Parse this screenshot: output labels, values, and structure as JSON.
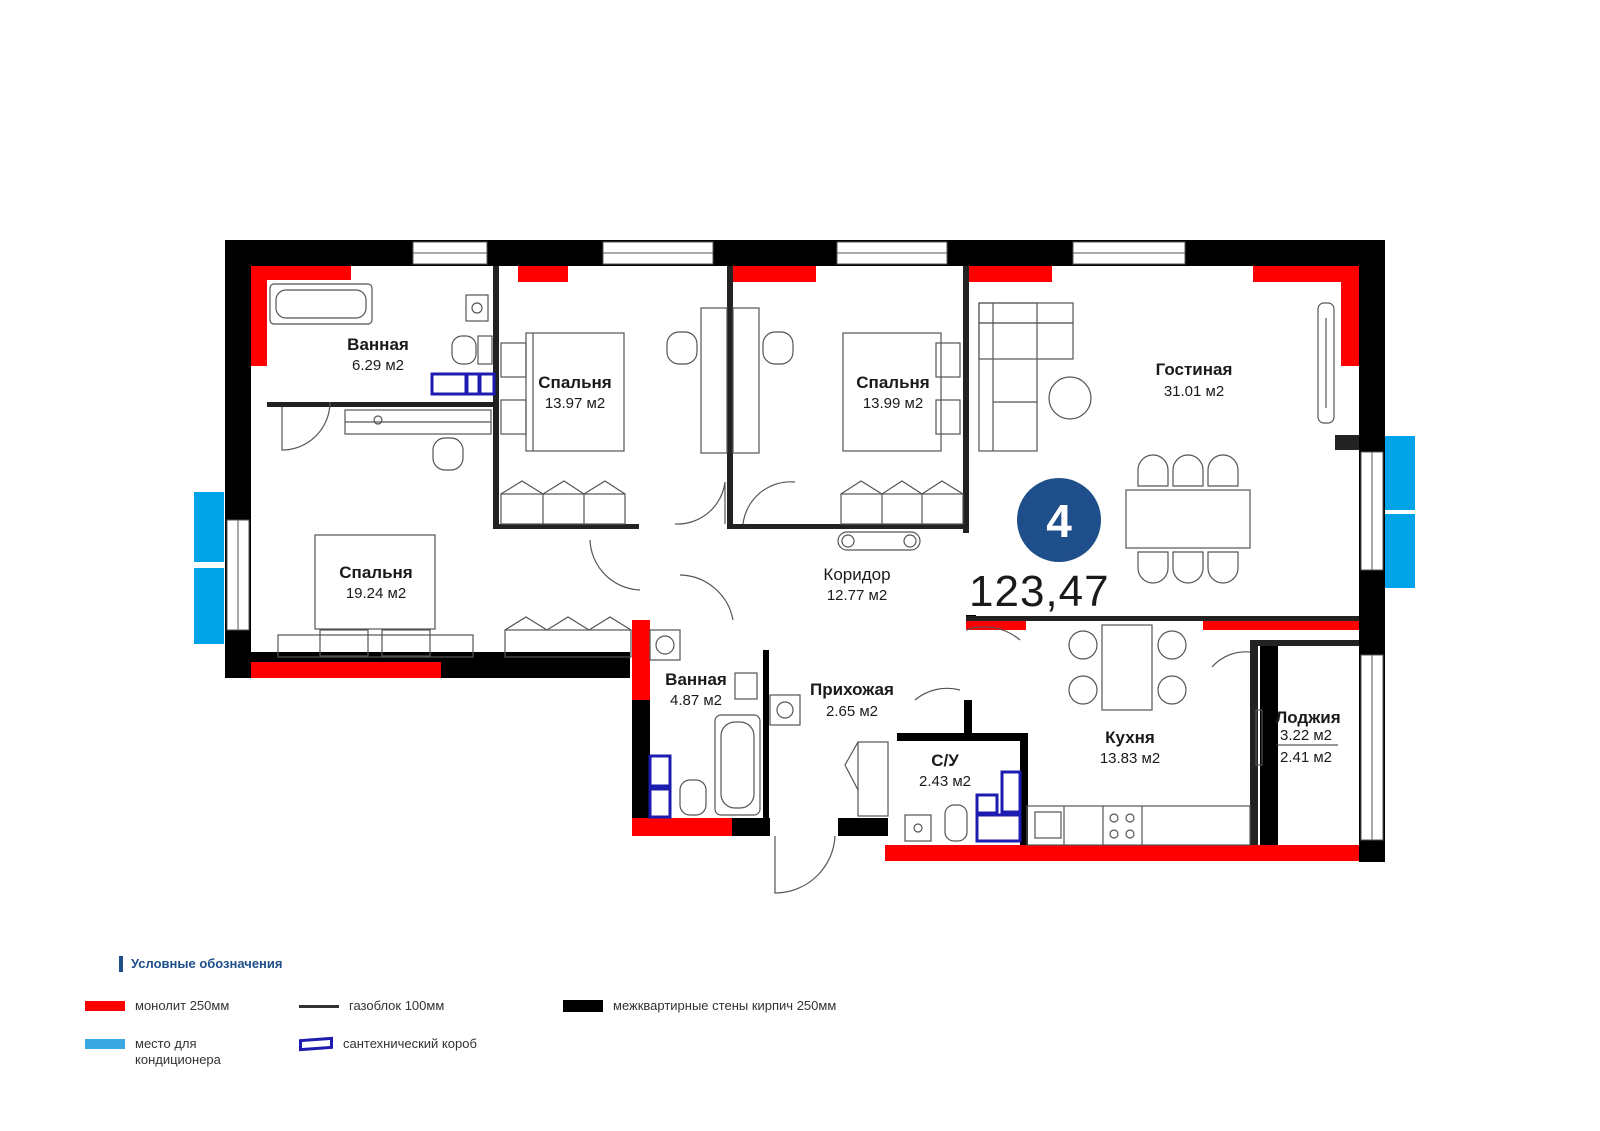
{
  "plan": {
    "apartment_rooms_count": "4",
    "total_area": "123,47",
    "colors": {
      "brick_wall": "#000000",
      "monolith": "#ff0000",
      "partition": "#333333",
      "ac_place": "#00a2e8",
      "plumbing_box": "#1c1cb0",
      "badge": "#1e4f8a"
    },
    "rooms": [
      {
        "name": "Ванная",
        "area": "6.29 м2"
      },
      {
        "name": "Спальня",
        "area": "13.97 м2"
      },
      {
        "name": "Спальня",
        "area": "13.99 м2"
      },
      {
        "name": "Гостиная",
        "area": "31.01 м2"
      },
      {
        "name": "Спальня",
        "area": "19.24 м2"
      },
      {
        "name": "Коридор",
        "area": "12.77 м2"
      },
      {
        "name": "Ванная",
        "area": "4.87 м2"
      },
      {
        "name": "Прихожая",
        "area": "2.65 м2"
      },
      {
        "name": "С/У",
        "area": "2.43 м2"
      },
      {
        "name": "Кухня",
        "area": "13.83 м2"
      },
      {
        "name": "Лоджия",
        "area": "3.22 м2",
        "area2": "2.41 м2"
      }
    ]
  },
  "legend": {
    "title": "Условные обозначения",
    "items": [
      {
        "label": "монолит 250мм",
        "icon": "red-swatch"
      },
      {
        "label": "газоблок 100мм",
        "icon": "gray-line"
      },
      {
        "label": "межквартирные стены кирпич 250мм",
        "icon": "black-swatch"
      },
      {
        "label": "место для кондиционера",
        "icon": "blue-swatch"
      },
      {
        "label": "сантехнический короб",
        "icon": "blue-box-outline"
      }
    ]
  }
}
